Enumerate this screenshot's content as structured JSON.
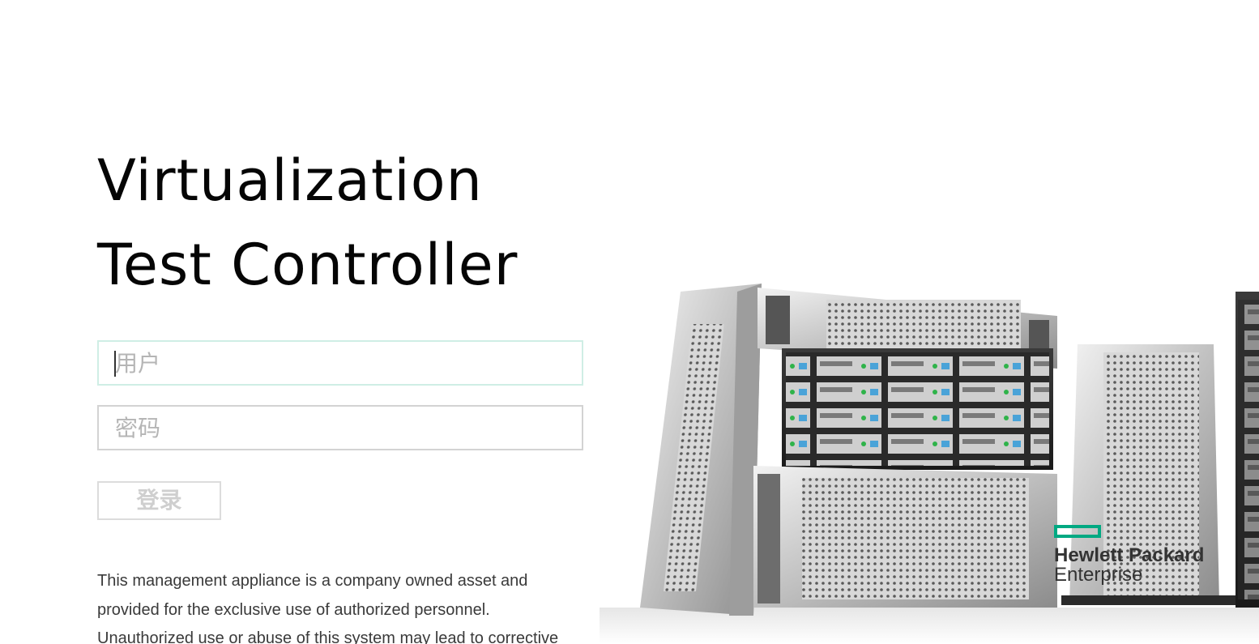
{
  "title": {
    "line1": "Virtualization",
    "line2": "Test Controller"
  },
  "login_form": {
    "username_placeholder": "用户",
    "username_value": "",
    "password_placeholder": "密码",
    "password_value": "",
    "login_label": "登录"
  },
  "notice": "This management appliance is a company owned asset and provided for the exclusive use of authorized personnel. Unauthorized use or abuse of this system may lead to corrective",
  "branding": {
    "logo_line1": "Hewlett Packard",
    "logo_line2": "Enterprise",
    "accent_color": "#01a982"
  },
  "icons": [
    "server-hardware-illustration",
    "hpe-logo-mark"
  ]
}
